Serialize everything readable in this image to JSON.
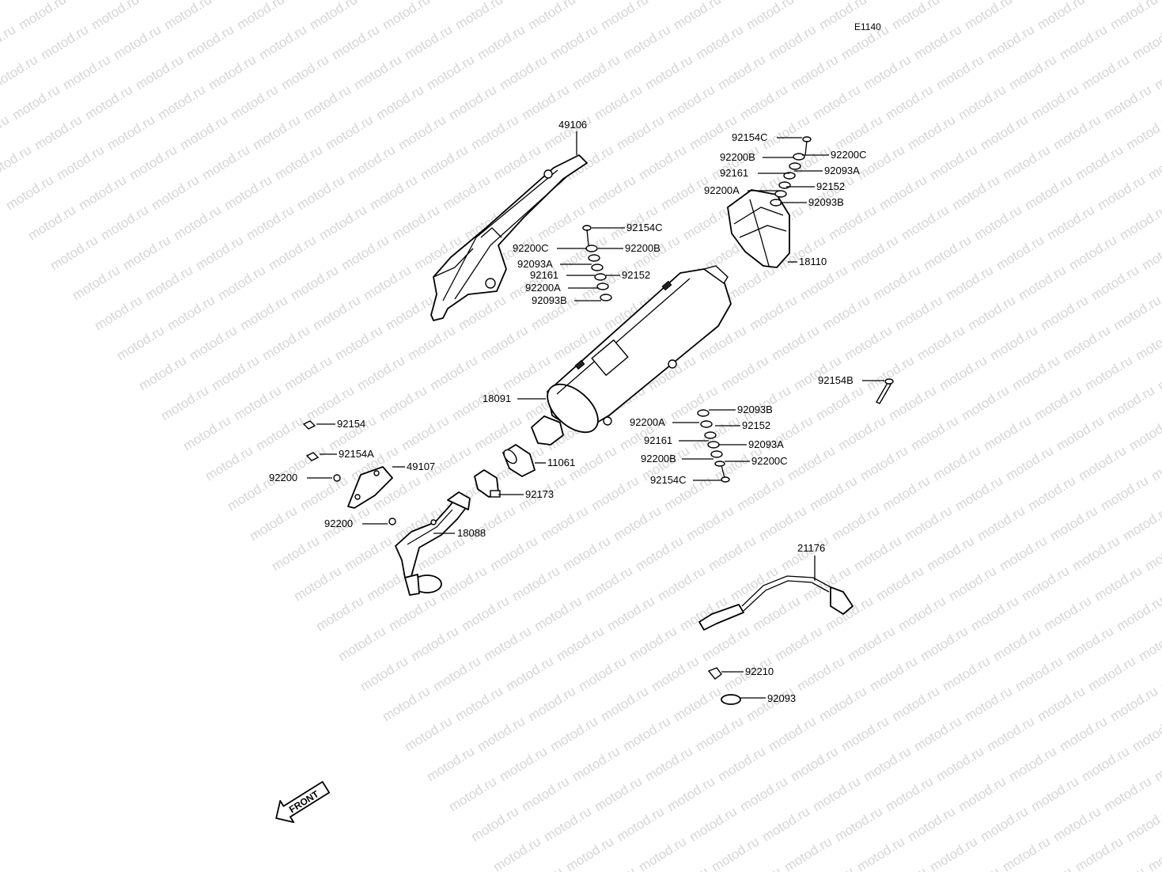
{
  "diagram_code": "E1140",
  "watermark_text": "motod.ru",
  "front_label": "FRONT",
  "part_labels": {
    "p49106": "49106",
    "p92154C_top": "92154C",
    "p92200B_top": "92200B",
    "p92200C_top": "92200C",
    "p92161_top": "92161",
    "p92093A_top": "92093A",
    "p92200A_top": "92200A",
    "p92152_top": "92152",
    "p92093B_top": "92093B",
    "p18110": "18110",
    "p92154C_mid": "92154C",
    "p92200C_mid": "92200C",
    "p92200B_mid": "92200B",
    "p92093A_mid": "92093A",
    "p92161_mid": "92161",
    "p92152_mid": "92152",
    "p92200A_mid": "92200A",
    "p92093B_mid": "92093B",
    "p18091": "18091",
    "p92154B": "92154B",
    "p92154": "92154",
    "p92154A": "92154A",
    "p49107": "49107",
    "p92200_a": "92200",
    "p11061": "11061",
    "p92173": "92173",
    "p92200_b": "92200",
    "p18088": "18088",
    "p92093B_low": "92093B",
    "p92200A_low": "92200A",
    "p92152_low": "92152",
    "p92161_low": "92161",
    "p92093A_low": "92093A",
    "p92200B_low": "92200B",
    "p92200C_low": "92200C",
    "p92154C_low": "92154C",
    "p21176": "21176",
    "p92210": "92210",
    "p92093": "92093"
  }
}
